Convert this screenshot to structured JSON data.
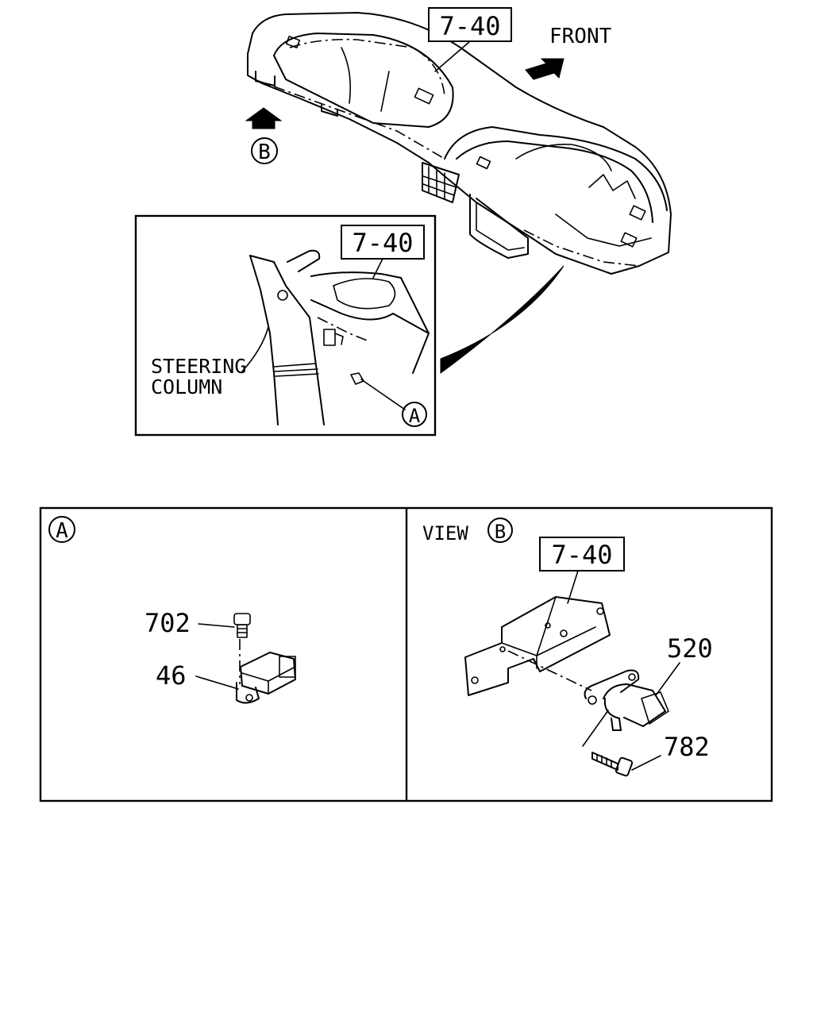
{
  "top_view": {
    "ref_box": "7-40",
    "front_label": "FRONT",
    "view_marker": "B"
  },
  "inset": {
    "ref_box": "7-40",
    "steering_line1": "STEERING",
    "steering_line2": "COLUMN",
    "detail_marker": "A"
  },
  "panel_a": {
    "marker": "A",
    "part_702": "702",
    "part_46": "46"
  },
  "panel_b": {
    "view_text": "VIEW",
    "marker": "B",
    "ref_box": "7-40",
    "part_520": "520",
    "part_782": "782"
  }
}
